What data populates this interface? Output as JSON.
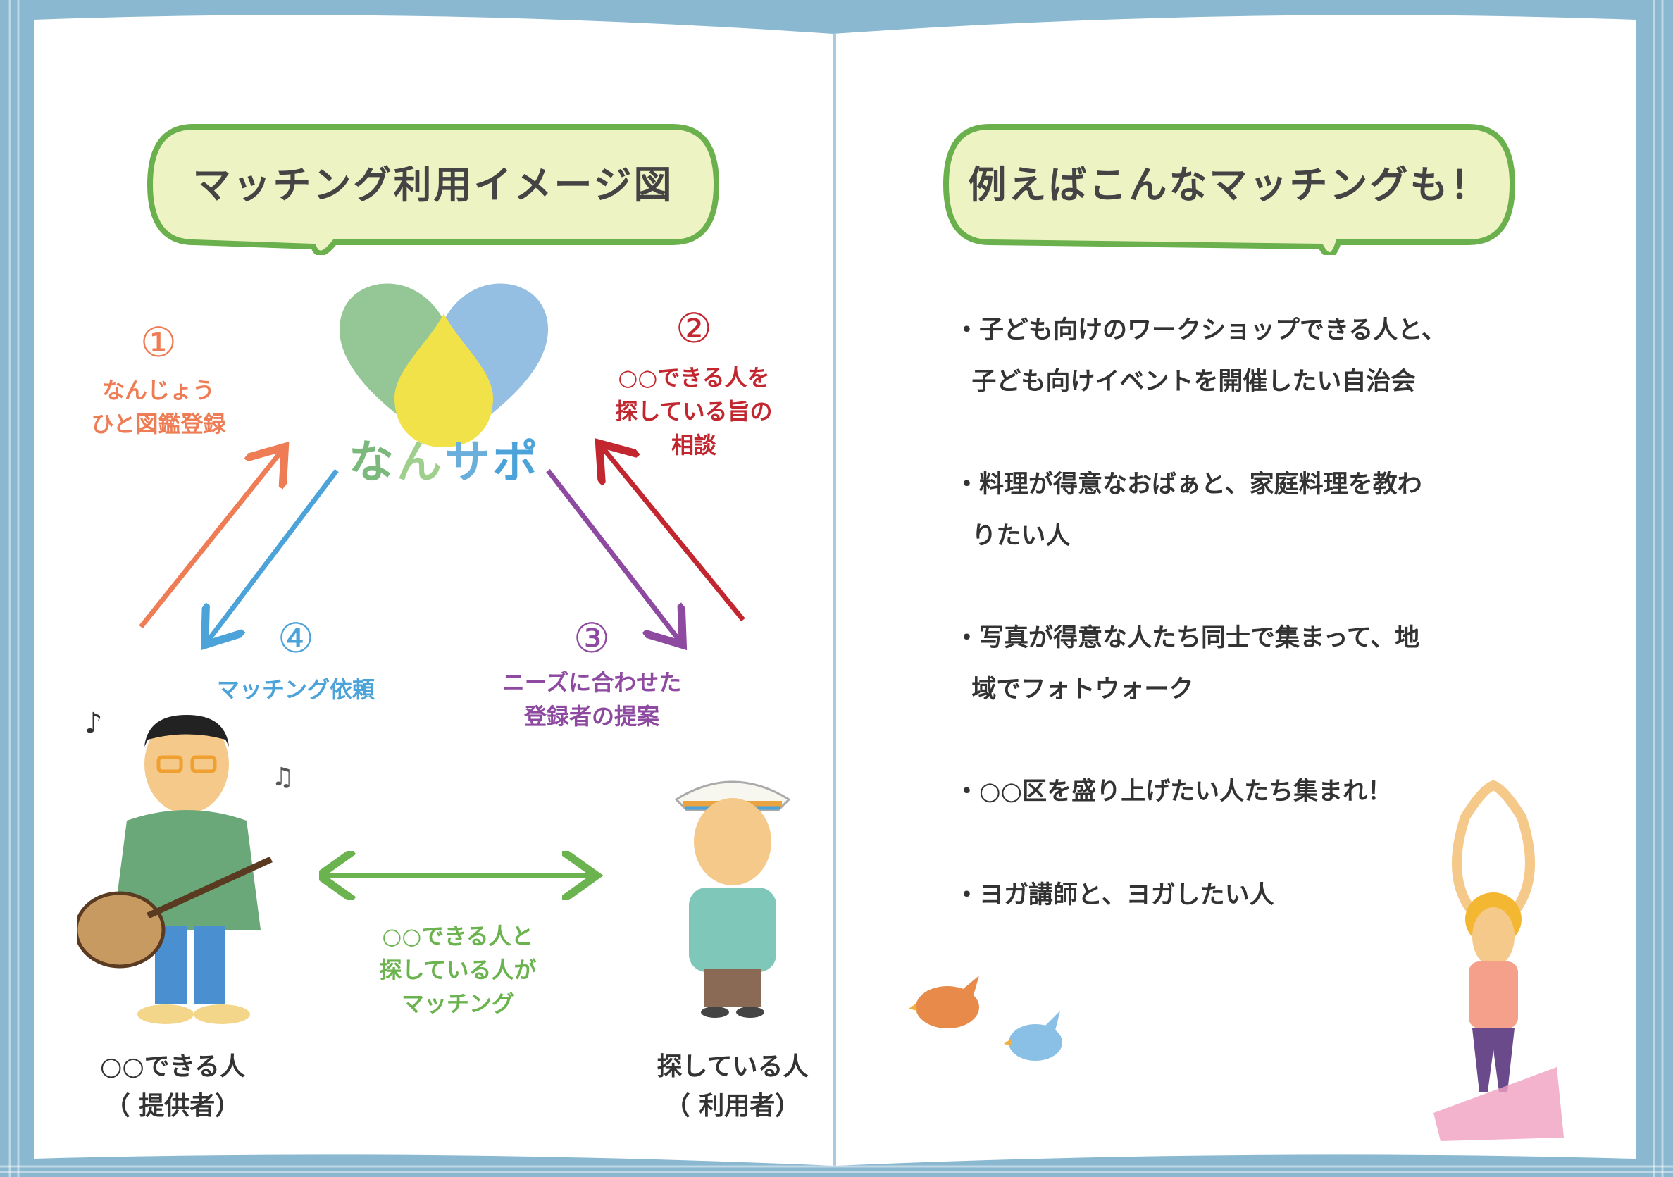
{
  "colors": {
    "border": "#8ab8d0",
    "bubble_fill": "#eef3c4",
    "bubble_stroke": "#6ab04c",
    "step1": "#ee7c55",
    "step2": "#c2262f",
    "step3": "#8e4aa0",
    "step4": "#4ba3da",
    "match": "#6bb34f"
  },
  "left_page": {
    "title": "マッチング利用イメージ図",
    "logo_text": "なんサポ",
    "step1": {
      "num": "①",
      "label": "なんじょう\nひと図鑑登録"
    },
    "step2": {
      "num": "②",
      "label": "○○できる人を\n探している旨の\n相談"
    },
    "step3": {
      "num": "③",
      "label": "ニーズに合わせた\n登録者の提案"
    },
    "step4": {
      "num": "④",
      "label": "マッチング依頼"
    },
    "match_label": "○○できる人と\n探している人が\nマッチング",
    "provider_label": "○○できる人\n（ 提供者）",
    "user_label": "探している人\n（ 利用者）"
  },
  "right_page": {
    "title": "例えばこんなマッチングも！",
    "items": [
      "・子ども向けのワークショップできる人と、\n  子ども向けイベントを開催したい自治会",
      "・料理が得意なおばぁと、家庭料理を教わ\n  りたい人",
      "・写真が得意な人たち同士で集まって、地\n  域でフォトウォーク",
      "・○○区を盛り上げたい人たち集まれ！",
      "・ヨガ講師と、ヨガしたい人"
    ]
  }
}
